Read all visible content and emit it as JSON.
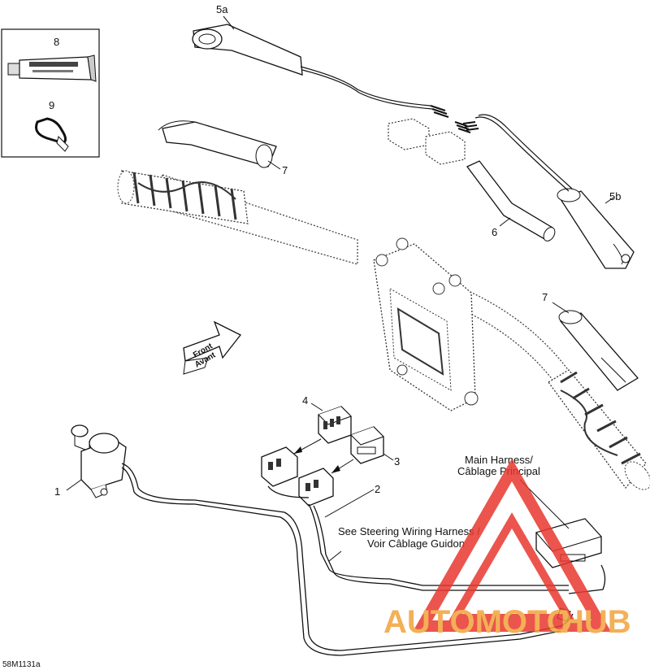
{
  "diagram": {
    "callouts": {
      "p1": "1",
      "p2": "2",
      "p3": "3",
      "p4": "4",
      "p5a": "5a",
      "p5b": "5b",
      "p6": "6",
      "p7a": "7",
      "p7b": "7",
      "p8": "8",
      "p9": "9"
    },
    "arrow_text": {
      "line1": "Front",
      "line2": "Avant"
    },
    "main_harness": {
      "line1": "Main Harness/",
      "line2": "Câblage Principal"
    },
    "steering_note": {
      "line1": "See Steering Wiring Harness /",
      "line2": "Voir Câblage Guidon"
    },
    "figure_code": "58M1131a"
  },
  "watermark": {
    "part1": "AUTOMOTO",
    "part2": "HUB",
    "color_orange": "#f2a33a",
    "color_red": "#e8382f"
  }
}
